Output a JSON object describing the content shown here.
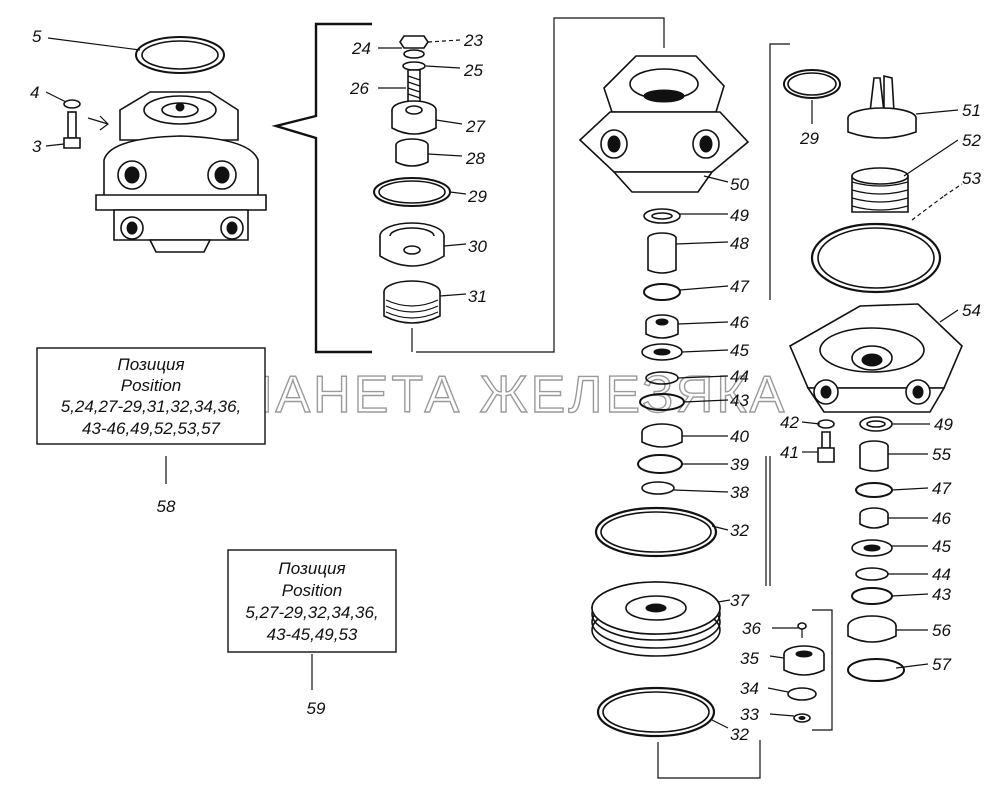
{
  "watermark": "ПЛАНЕТА ЖЕЛЕЗЯКА",
  "callouts": [
    {
      "id": "c5a",
      "text": "5"
    },
    {
      "id": "c4",
      "text": "4"
    },
    {
      "id": "c3",
      "text": "3"
    },
    {
      "id": "c24",
      "text": "24"
    },
    {
      "id": "c23",
      "text": "23"
    },
    {
      "id": "c25",
      "text": "25"
    },
    {
      "id": "c26",
      "text": "26"
    },
    {
      "id": "c27",
      "text": "27"
    },
    {
      "id": "c28",
      "text": "28"
    },
    {
      "id": "c29a",
      "text": "29"
    },
    {
      "id": "c30",
      "text": "30"
    },
    {
      "id": "c31",
      "text": "31"
    },
    {
      "id": "c50",
      "text": "50"
    },
    {
      "id": "c49a",
      "text": "49"
    },
    {
      "id": "c48",
      "text": "48"
    },
    {
      "id": "c47a",
      "text": "47"
    },
    {
      "id": "c46a",
      "text": "46"
    },
    {
      "id": "c45a",
      "text": "45"
    },
    {
      "id": "c44a",
      "text": "44"
    },
    {
      "id": "c43a",
      "text": "43"
    },
    {
      "id": "c40",
      "text": "40"
    },
    {
      "id": "c39",
      "text": "39"
    },
    {
      "id": "c38",
      "text": "38"
    },
    {
      "id": "c32a",
      "text": "32"
    },
    {
      "id": "c37",
      "text": "37"
    },
    {
      "id": "c36",
      "text": "36"
    },
    {
      "id": "c35",
      "text": "35"
    },
    {
      "id": "c34",
      "text": "34"
    },
    {
      "id": "c33",
      "text": "33"
    },
    {
      "id": "c32b",
      "text": "32"
    },
    {
      "id": "c29b",
      "text": "29"
    },
    {
      "id": "c51",
      "text": "51"
    },
    {
      "id": "c52",
      "text": "52"
    },
    {
      "id": "c53",
      "text": "53"
    },
    {
      "id": "c54",
      "text": "54"
    },
    {
      "id": "c42",
      "text": "42"
    },
    {
      "id": "c41",
      "text": "41"
    },
    {
      "id": "c49b",
      "text": "49"
    },
    {
      "id": "c55",
      "text": "55"
    },
    {
      "id": "c47b",
      "text": "47"
    },
    {
      "id": "c46b",
      "text": "46"
    },
    {
      "id": "c45b",
      "text": "45"
    },
    {
      "id": "c44b",
      "text": "44"
    },
    {
      "id": "c43b",
      "text": "43"
    },
    {
      "id": "c56",
      "text": "56"
    },
    {
      "id": "c57",
      "text": "57"
    }
  ],
  "kit58": {
    "lines": [
      "Позиция",
      "Position",
      "5,24,27-29,31,32,34,36,",
      "43-46,49,52,53,57"
    ],
    "number": "58"
  },
  "kit59": {
    "lines": [
      "Позиция",
      "Position",
      "5,27-29,32,34,36,",
      "43-45,49,53"
    ],
    "number": "59"
  }
}
